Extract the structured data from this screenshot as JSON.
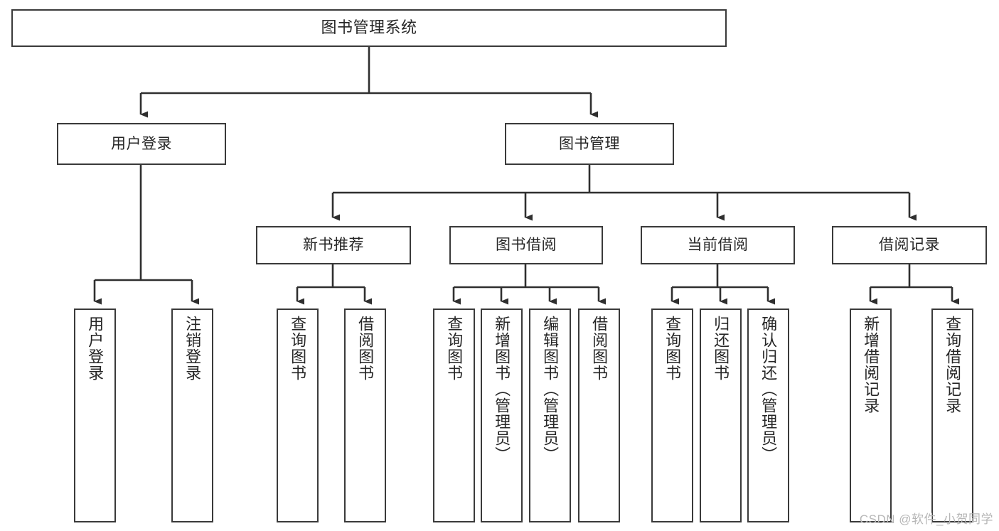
{
  "diagram": {
    "title": "图书管理系统",
    "type": "tree",
    "colors": {
      "box_border": "#3a3a3a",
      "box_fill": "#ffffff",
      "connector": "#2f2f2f",
      "text": "#262626",
      "watermark": "#b6b6b6"
    },
    "root": {
      "label": "图书管理系统",
      "orientation": "horizontal"
    },
    "level2": [
      {
        "id": "user-login",
        "label": "用户登录",
        "orientation": "horizontal"
      },
      {
        "id": "book-manage",
        "label": "图书管理",
        "orientation": "horizontal"
      }
    ],
    "level3": [
      {
        "id": "new-book-recommend",
        "label": "新书推荐",
        "orientation": "horizontal",
        "parent": "book-manage"
      },
      {
        "id": "book-borrow",
        "label": "图书借阅",
        "orientation": "horizontal",
        "parent": "book-manage"
      },
      {
        "id": "current-borrow",
        "label": "当前借阅",
        "orientation": "horizontal",
        "parent": "book-manage"
      },
      {
        "id": "borrow-record",
        "label": "借阅记录",
        "orientation": "horizontal",
        "parent": "book-manage"
      }
    ],
    "leaves": [
      {
        "id": "leaf-user-login",
        "label": "用户登录",
        "parent": "user-login"
      },
      {
        "id": "leaf-user-logout",
        "label": "注销登录",
        "parent": "user-login"
      },
      {
        "id": "leaf-query-book-1",
        "label": "查询图书",
        "parent": "new-book-recommend"
      },
      {
        "id": "leaf-borrow-book-1",
        "label": "借阅图书",
        "parent": "new-book-recommend"
      },
      {
        "id": "leaf-query-book-2",
        "label": "查询图书",
        "parent": "book-borrow"
      },
      {
        "id": "leaf-add-book",
        "label": "新增图书（管理员）",
        "parent": "book-borrow"
      },
      {
        "id": "leaf-edit-book",
        "label": "编辑图书（管理员）",
        "parent": "book-borrow"
      },
      {
        "id": "leaf-borrow-book-2",
        "label": "借阅图书",
        "parent": "book-borrow"
      },
      {
        "id": "leaf-query-book-3",
        "label": "查询图书",
        "parent": "current-borrow"
      },
      {
        "id": "leaf-return-book",
        "label": "归还图书",
        "parent": "current-borrow"
      },
      {
        "id": "leaf-confirm-return",
        "label": "确认归还（管理员）",
        "parent": "current-borrow"
      },
      {
        "id": "leaf-add-record",
        "label": "新增借阅记录",
        "parent": "borrow-record"
      },
      {
        "id": "leaf-query-record",
        "label": "查询借阅记录",
        "parent": "borrow-record"
      }
    ],
    "watermark": "CSDN @软件_小贺同学"
  }
}
